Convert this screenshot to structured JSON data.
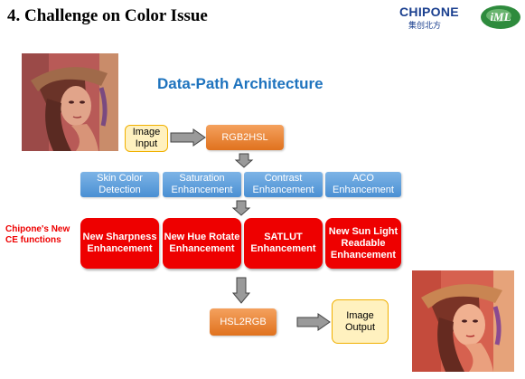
{
  "slide": {
    "title": "4. Challenge on Color Issue"
  },
  "logos": {
    "chipone_name": "CHIPONE",
    "chipone_subtitle": "集创北方",
    "iml_name": "iML"
  },
  "diagram": {
    "title": "Data-Path Architecture",
    "input_box": "Image Input",
    "rgb2hsl_box": "RGB2HSL",
    "analysis_blocks": [
      "Skin Color Detection",
      "Saturation Enhancement",
      "Contrast Enhancement",
      "ACO Enhancement"
    ],
    "side_label": "Chipone's New CE functions",
    "new_functions": [
      "New Sharpness Enhancement",
      "New Hue Rotate Enhancement",
      "SATLUT Enhancement",
      "New Sun Light Readable Enhancement"
    ],
    "hsl2rgb_box": "HSL2RGB",
    "output_box": "Image Output"
  },
  "colors": {
    "title_blue": "#1e73be",
    "orange": "#e0721e",
    "blue_block": "#4a8fd3",
    "red_block": "#ee0000",
    "yellow_box": "#fff1bf"
  },
  "icons": {
    "arrow": "gray-block-arrow"
  }
}
